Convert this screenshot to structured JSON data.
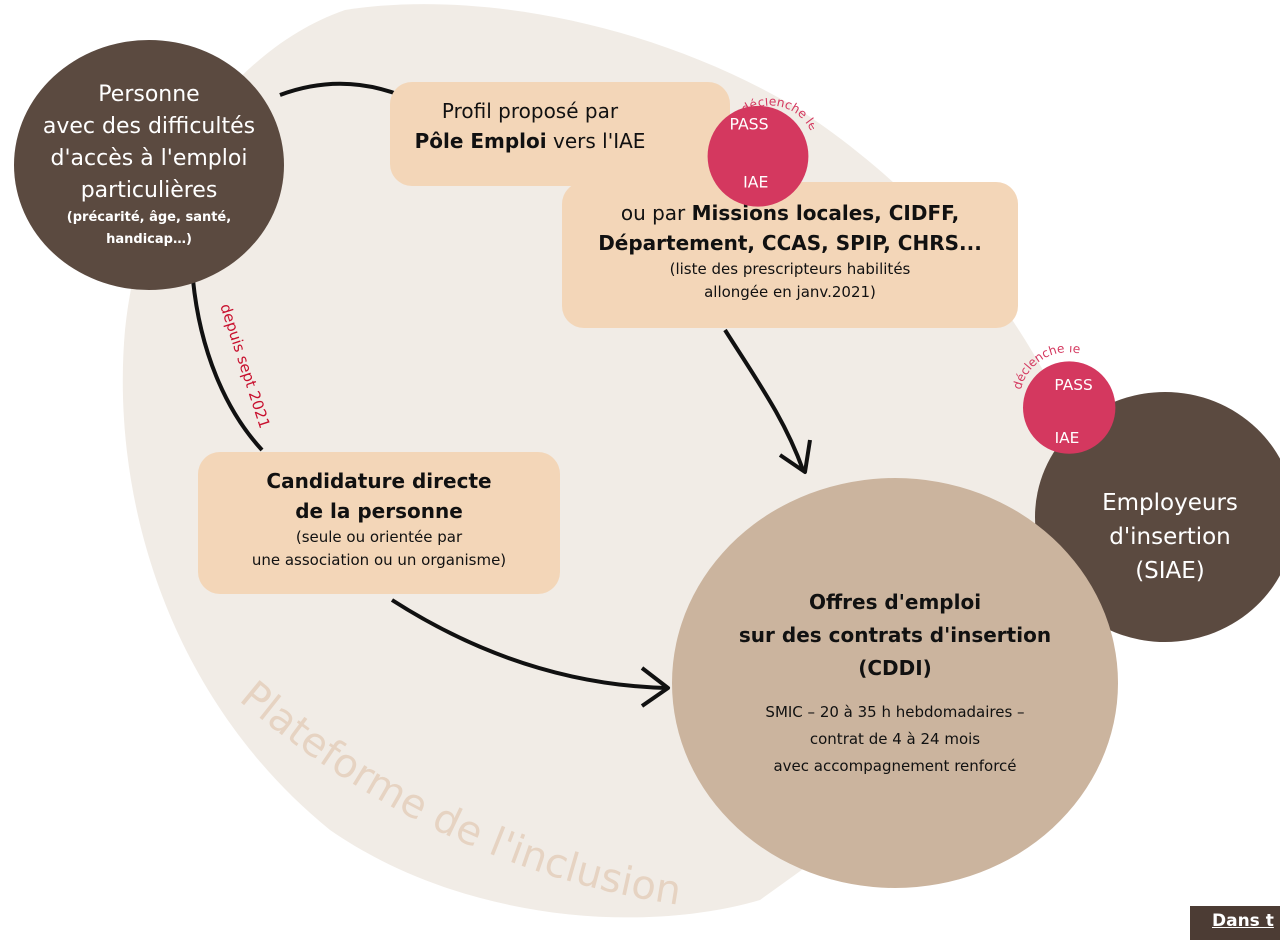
{
  "colors": {
    "background_blob": "#f1ece6",
    "person_circle": "#5b4a40",
    "employer_circle": "#5b4a40",
    "box_fill": "#f3d6b8",
    "offers_circle": "#cbb49e",
    "pass_badge": "#d4385f",
    "platform_text": "#e6d3c2",
    "annotation_red": "#c8102e"
  },
  "icons": [
    "pass-iae-badge",
    "arrow-icon"
  ],
  "person": {
    "line1": "Personne",
    "line2": "avec des difficultés",
    "line3": "d'accès à l'emploi",
    "line4": "particulières",
    "line5": "(précarité, âge, santé,",
    "line6": "handicap…)"
  },
  "pole_emploi": {
    "line1": "Profil proposé par",
    "bold": "Pôle Emploi",
    "rest": " vers l'IAE"
  },
  "missions": {
    "prefix": "ou par ",
    "bold1": "Missions locales, CIDFF,",
    "bold2": "Département, CCAS, SPIP, CHRS...",
    "note1": "(liste des prescripteurs habilités",
    "note2": "allongée en janv.2021)"
  },
  "candidature": {
    "line1": "Candidature directe",
    "line2": "de la personne",
    "note1": "(seule ou orientée par",
    "note2": "une association ou un organisme)"
  },
  "offres": {
    "line1": "Offres d'emploi",
    "line2": "sur des contrats d'insertion",
    "line3": "(CDDI)",
    "detail1": "SMIC – 20 à 35 h hebdomadaires –",
    "detail2": "contrat de 4 à 24 mois",
    "detail3": "avec accompagnement renforcé"
  },
  "employeurs": {
    "line1": "Employeurs",
    "line2": "d'insertion",
    "line3": "(SIAE)"
  },
  "pass_badge": {
    "arc": "déclenche le",
    "top": "PASS",
    "bottom": "IAE"
  },
  "depuis": "depuis sept 2021",
  "platform": "Plateforme de l'inclusion",
  "dans_tab": "Dans t"
}
